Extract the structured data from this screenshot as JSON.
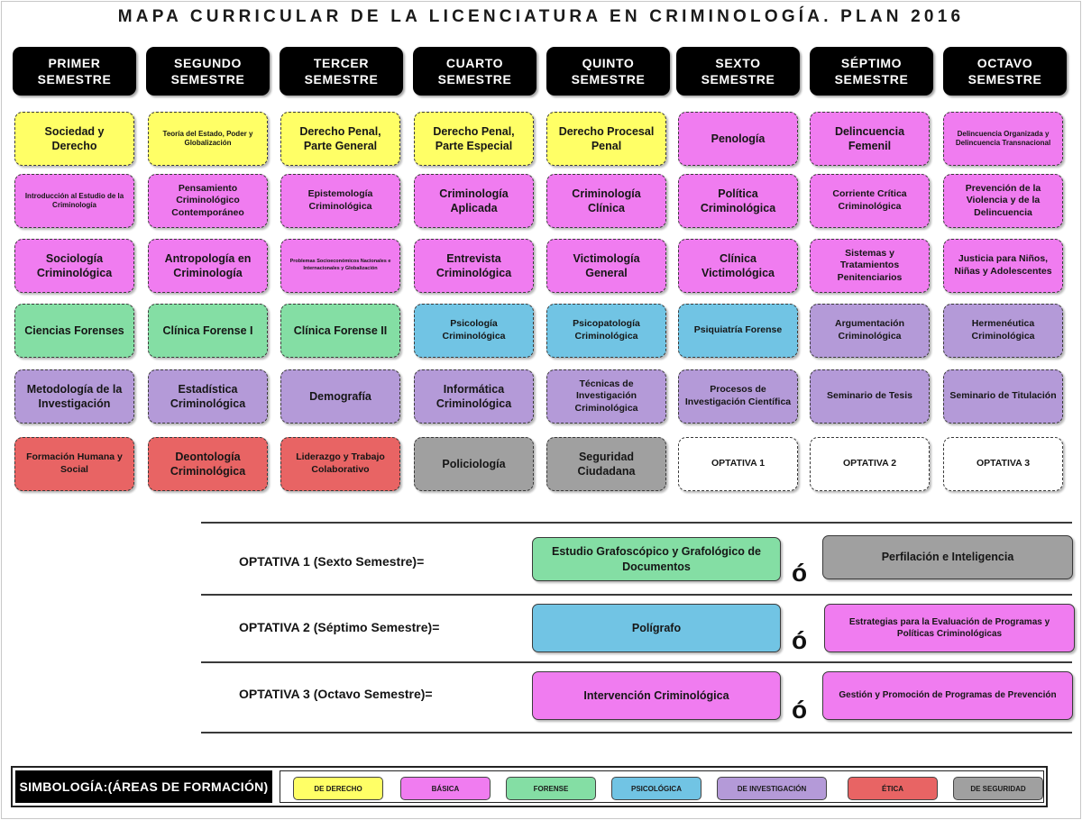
{
  "title": "MAPA CURRICULAR DE LA LICENCIATURA EN CRIMINOLOGÍA. PLAN 2016",
  "semesters": [
    {
      "label": "PRIMER SEMESTRE",
      "courses": [
        {
          "name": "Sociedad y Derecho",
          "area": "derecho"
        },
        {
          "name": "Introducción al Estudio de la Criminología",
          "area": "basica"
        },
        {
          "name": "Sociología Criminológica",
          "area": "basica"
        },
        {
          "name": "Ciencias Forenses",
          "area": "forense"
        },
        {
          "name": "Metodología de la Investigación",
          "area": "investigacion"
        },
        {
          "name": "Formación Humana y Social",
          "area": "etica"
        }
      ]
    },
    {
      "label": "SEGUNDO SEMESTRE",
      "courses": [
        {
          "name": "Teoría del Estado, Poder y Globalización",
          "area": "derecho"
        },
        {
          "name": "Pensamiento Criminológico Contemporáneo",
          "area": "basica"
        },
        {
          "name": "Antropología en Criminología",
          "area": "basica"
        },
        {
          "name": "Clínica Forense I",
          "area": "forense"
        },
        {
          "name": "Estadística Criminológica",
          "area": "investigacion"
        },
        {
          "name": "Deontología Criminológica",
          "area": "etica"
        }
      ]
    },
    {
      "label": "TERCER SEMESTRE",
      "courses": [
        {
          "name": "Derecho Penal, Parte General",
          "area": "derecho"
        },
        {
          "name": "Epistemología Criminológica",
          "area": "basica"
        },
        {
          "name": "Problemas Socioeconómicos Nacionales e Internacionales y Globalización",
          "area": "basica"
        },
        {
          "name": "Clínica Forense II",
          "area": "forense"
        },
        {
          "name": "Demografía",
          "area": "investigacion"
        },
        {
          "name": "Liderazgo y Trabajo Colaborativo",
          "area": "etica"
        }
      ]
    },
    {
      "label": "CUARTO SEMESTRE",
      "courses": [
        {
          "name": "Derecho Penal, Parte Especial",
          "area": "derecho"
        },
        {
          "name": "Criminología Aplicada",
          "area": "basica"
        },
        {
          "name": "Entrevista Criminológica",
          "area": "basica"
        },
        {
          "name": "Psicología Criminológica",
          "area": "psicologica"
        },
        {
          "name": "Informática Criminológica",
          "area": "investigacion"
        },
        {
          "name": "Policiología",
          "area": "seguridad"
        }
      ]
    },
    {
      "label": "QUINTO SEMESTRE",
      "courses": [
        {
          "name": "Derecho Procesal Penal",
          "area": "derecho"
        },
        {
          "name": "Criminología Clínica",
          "area": "basica"
        },
        {
          "name": "Victimología General",
          "area": "basica"
        },
        {
          "name": "Psicopatología Criminológica",
          "area": "psicologica"
        },
        {
          "name": "Técnicas de Investigación Criminológica",
          "area": "investigacion"
        },
        {
          "name": "Seguridad Ciudadana",
          "area": "seguridad"
        }
      ]
    },
    {
      "label": "SEXTO SEMESTRE",
      "courses": [
        {
          "name": "Penología",
          "area": "basica"
        },
        {
          "name": "Política Criminológica",
          "area": "basica"
        },
        {
          "name": "Clínica Victimológica",
          "area": "basica"
        },
        {
          "name": "Psiquiatría Forense",
          "area": "psicologica"
        },
        {
          "name": "Procesos de Investigación Científica",
          "area": "investigacion"
        },
        {
          "name": "OPTATIVA 1",
          "area": "optativa"
        }
      ]
    },
    {
      "label": "SÉPTIMO SEMESTRE",
      "courses": [
        {
          "name": "Delincuencia Femenil",
          "area": "basica"
        },
        {
          "name": "Corriente Crítica Criminológica",
          "area": "basica"
        },
        {
          "name": "Sistemas y Tratamientos Penitenciarios",
          "area": "basica"
        },
        {
          "name": "Argumentación Criminológica",
          "area": "investigacion"
        },
        {
          "name": "Seminario de Tesis",
          "area": "investigacion"
        },
        {
          "name": "OPTATIVA 2",
          "area": "optativa"
        }
      ]
    },
    {
      "label": "OCTAVO SEMESTRE",
      "courses": [
        {
          "name": "Delincuencia Organizada y Delincuencia Transnacional",
          "area": "basica"
        },
        {
          "name": "Prevención de la Violencia y de la Delincuencia",
          "area": "basica"
        },
        {
          "name": "Justicia para Niños, Niñas y Adolescentes",
          "area": "basica"
        },
        {
          "name": "Hermenéutica Criminológica",
          "area": "investigacion"
        },
        {
          "name": "Seminario de Titulación",
          "area": "investigacion"
        },
        {
          "name": "OPTATIVA 3",
          "area": "optativa"
        }
      ]
    }
  ],
  "optativas": [
    {
      "label": "OPTATIVA 1 (Sexto Semestre)=",
      "option_a": {
        "name": "Estudio Grafoscópico y Grafológico de Documentos",
        "area": "forense"
      },
      "separator": "ó",
      "option_b": {
        "name": "Perfilación e Inteligencia",
        "area": "seguridad"
      }
    },
    {
      "label": "OPTATIVA 2 (Séptimo Semestre)=",
      "option_a": {
        "name": "Polígrafo",
        "area": "psicologica"
      },
      "separator": "ó",
      "option_b": {
        "name": "Estrategias para la Evaluación de Programas y Políticas Criminológicas",
        "area": "basica"
      }
    },
    {
      "label": "OPTATIVA 3 (Octavo Semestre)=",
      "option_a": {
        "name": "Intervención Criminológica",
        "area": "basica"
      },
      "separator": "ó",
      "option_b": {
        "name": "Gestión y Promoción de Programas de Prevención",
        "area": "basica"
      }
    }
  ],
  "legend": {
    "title": "SIMBOLOGÍA:(ÁREAS DE FORMACIÓN)",
    "items": [
      {
        "label": "DE DERECHO",
        "area": "derecho",
        "color": "#ffff66"
      },
      {
        "label": "BÁSICA",
        "area": "basica",
        "color": "#f07cf0"
      },
      {
        "label": "FORENSE",
        "area": "forense",
        "color": "#84dea4"
      },
      {
        "label": "PSICOLÓGICA",
        "area": "psicologica",
        "color": "#71c4e4"
      },
      {
        "label": "DE INVESTIGACIÓN",
        "area": "investigacion",
        "color": "#b49ad8"
      },
      {
        "label": "ÉTICA",
        "area": "etica",
        "color": "#e86464"
      },
      {
        "label": "DE SEGURIDAD",
        "area": "seguridad",
        "color": "#a0a0a0"
      }
    ]
  }
}
